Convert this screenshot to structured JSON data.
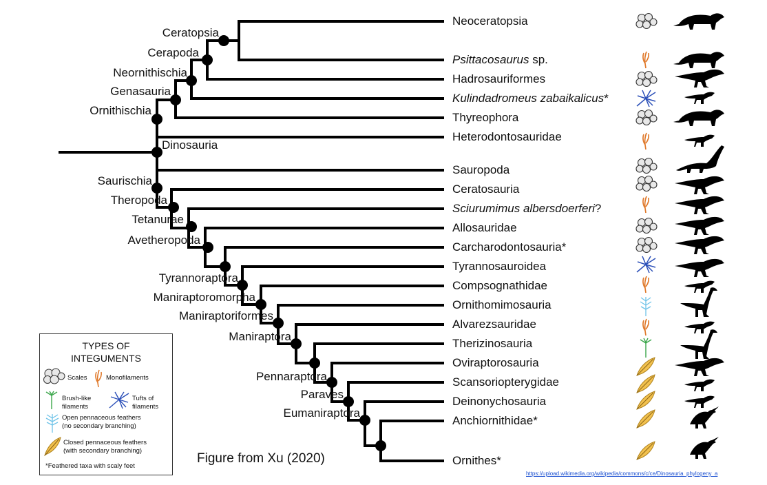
{
  "taxa": [
    {
      "name": "Neoceratopsia",
      "italic": "",
      "suffix": "",
      "integument": "scales-icon",
      "silhouette": "ceratopsian-silhouette"
    },
    {
      "name": "",
      "italic": "Psittacosaurus",
      "suffix": " sp.",
      "integument": "monofilament-icon",
      "silhouette": "psittacosaurus-silhouette"
    },
    {
      "name": "Hadrosauriformes",
      "italic": "",
      "suffix": "",
      "integument": "scales-icon",
      "silhouette": "hadrosaur-silhouette"
    },
    {
      "name": "",
      "italic": "Kulindadromeus zabaikalicus",
      "suffix": "*",
      "integument": "tufts-icon",
      "silhouette": "kulindadromeus-silhouette"
    },
    {
      "name": "Thyreophora",
      "italic": "",
      "suffix": "",
      "integument": "scales-icon",
      "silhouette": "thyreophoran-silhouette"
    },
    {
      "name": "Heterodontosauridae",
      "italic": "",
      "suffix": "",
      "integument": "monofilament-icon",
      "silhouette": "heterodontosaur-silhouette"
    },
    {
      "name": "Sauropoda",
      "italic": "",
      "suffix": "",
      "integument": "scales-icon",
      "silhouette": "sauropod-silhouette"
    },
    {
      "name": "Ceratosauria",
      "italic": "",
      "suffix": "",
      "integument": "scales-icon",
      "silhouette": "ceratosaur-silhouette"
    },
    {
      "name": "",
      "italic": "Sciurumimus albersdoerferi",
      "suffix": "?",
      "integument": "monofilament-icon",
      "silhouette": "sciurumimus-silhouette"
    },
    {
      "name": "Allosauridae",
      "italic": "",
      "suffix": "",
      "integument": "scales-icon",
      "silhouette": "allosaur-silhouette"
    },
    {
      "name": "Carcharodontosauria*",
      "italic": "",
      "suffix": "",
      "integument": "scales-icon",
      "silhouette": "carcharodontosaur-silhouette"
    },
    {
      "name": "Tyrannosauroidea",
      "italic": "",
      "suffix": "",
      "integument": "tufts-icon",
      "silhouette": "tyrannosaur-silhouette"
    },
    {
      "name": "Compsognathidae",
      "italic": "",
      "suffix": "",
      "integument": "monofilament-icon",
      "silhouette": "compsognathid-silhouette"
    },
    {
      "name": "Ornithomimosauria",
      "italic": "",
      "suffix": "",
      "integument": "open-pennaceous-icon",
      "silhouette": "ornithomimosaur-silhouette"
    },
    {
      "name": "Alvarezsauridae",
      "italic": "",
      "suffix": "",
      "integument": "monofilament-icon",
      "silhouette": "alvarezsaur-silhouette"
    },
    {
      "name": "Therizinosauria",
      "italic": "",
      "suffix": "",
      "integument": "brush-icon",
      "silhouette": "therizinosaur-silhouette"
    },
    {
      "name": "Oviraptorosauria",
      "italic": "",
      "suffix": "",
      "integument": "closed-pennaceous-icon",
      "silhouette": "oviraptorosaur-silhouette"
    },
    {
      "name": "Scansoriopterygidae",
      "italic": "",
      "suffix": "",
      "integument": "closed-pennaceous-icon",
      "silhouette": "scansoriopterygid-silhouette"
    },
    {
      "name": "Deinonychosauria",
      "italic": "",
      "suffix": "",
      "integument": "closed-pennaceous-icon",
      "silhouette": "deinonychosaur-silhouette"
    },
    {
      "name": "Anchiornithidae*",
      "italic": "",
      "suffix": "",
      "integument": "closed-pennaceous-icon",
      "silhouette": "anchiornithid-silhouette"
    },
    {
      "name": "Ornithes*",
      "italic": "",
      "suffix": "",
      "integument": "closed-pennaceous-icon",
      "silhouette": "bird-silhouette"
    }
  ],
  "clades": [
    "Ceratopsia",
    "Cerapoda",
    "Neornithischia",
    "Genasauria",
    "Ornithischia",
    "Dinosauria",
    "Saurischia",
    "Theropoda",
    "Tetanurae",
    "Avetheropoda",
    "Tyrannoraptora",
    "Maniraptoromorpha",
    "Maniraptoriformes",
    "Maniraptora",
    "Pennaraptora",
    "Paraves",
    "Eumaniraptora"
  ],
  "legend": {
    "title_line1": "TYPES OF",
    "title_line2": "INTEGUMENTS",
    "scales": "Scales",
    "monofilaments": "Monofilaments",
    "brush_line1": "Brush-like",
    "brush_line2": "filaments",
    "tufts_line1": "Tufts of",
    "tufts_line2": "filaments",
    "open_line1": "Open pennaceous feathers",
    "open_line2": "(no secondary branching)",
    "closed_line1": "Closed pennaceous feathers",
    "closed_line2": "(with secondary branching)",
    "footnote": "*Feathered taxa with scaly feet"
  },
  "credit": "Figure from Xu (2020)",
  "source_url": "https://upload.wikimedia.org/wikipedia/commons/c/ce/Dinosauria_phylogeny_a",
  "colors": {
    "branch": "#000000",
    "monofilament": "#e07a2c",
    "tufts": "#2b4fb8",
    "open_feather": "#6fc3e8",
    "brush": "#3aa64a",
    "closed_feather": "#f2c14e",
    "scales": "#888888"
  }
}
